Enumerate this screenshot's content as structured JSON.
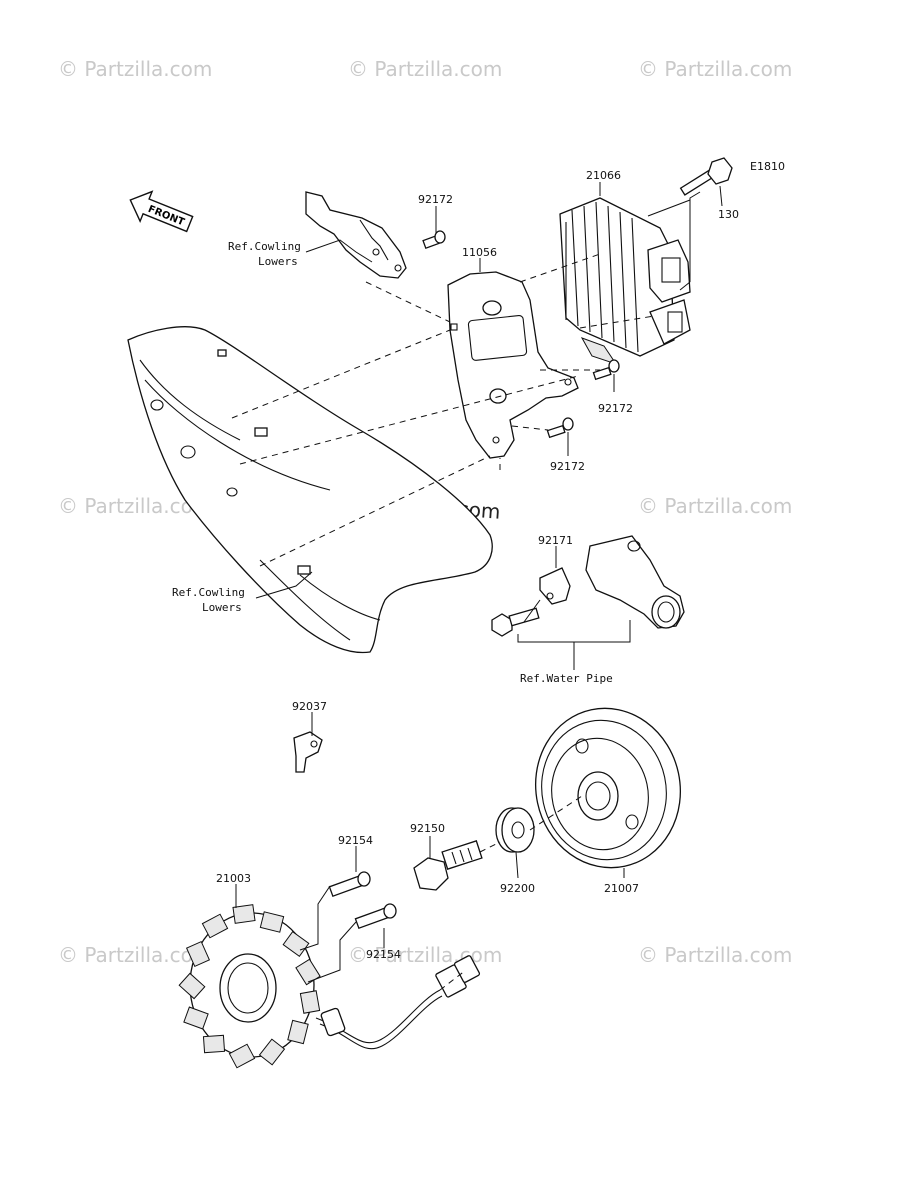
{
  "diagram_code": "E1810",
  "front_label": "FRONT",
  "watermarks": {
    "text": "© Partzilla.com",
    "center_text": "© Partzilla.com"
  },
  "refs": {
    "cowling_top": [
      "Ref.Cowling",
      "Lowers"
    ],
    "cowling_bottom": [
      "Ref.Cowling",
      "Lowers"
    ],
    "water_pipe": "Ref.Water Pipe"
  },
  "parts": {
    "p21066": "21066",
    "p130": "130",
    "p92172_top": "92172",
    "p11056": "11056",
    "p92172_mid": "92172",
    "p92172_low": "92172",
    "p92171": "92171",
    "p92037": "92037",
    "p92150": "92150",
    "p92154_top": "92154",
    "p92154_low": "92154",
    "p21003": "21003",
    "p92200": "92200",
    "p21007": "21007"
  },
  "colors": {
    "line": "#111111",
    "watermark": "#c9c9c9"
  }
}
